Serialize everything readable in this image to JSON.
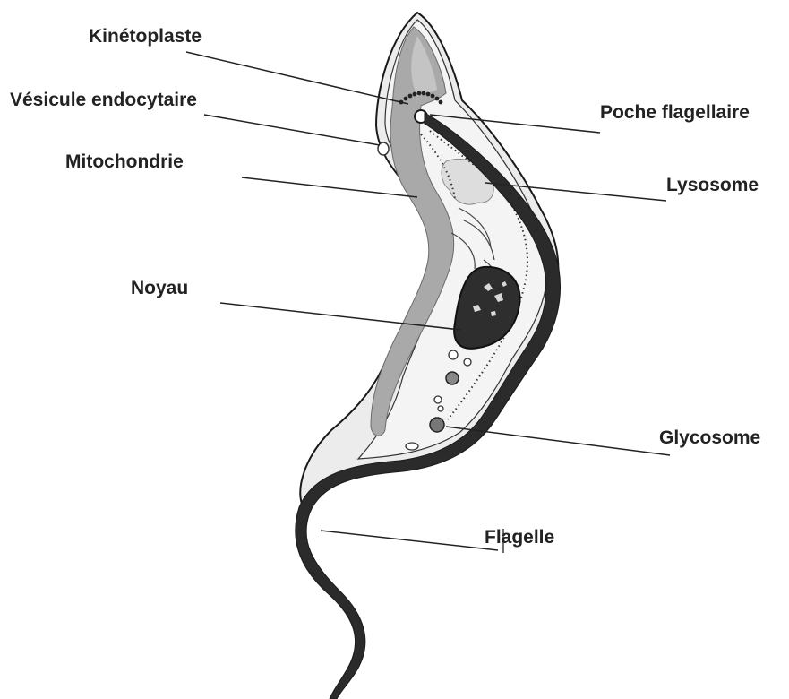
{
  "labels": {
    "kinetoplaste": "Kinétoplaste",
    "vesicule": "Vésicule endocytaire",
    "mitochondrie": "Mitochondrie",
    "noyau": "Noyau",
    "poche": "Poche flagellaire",
    "lysosome": "Lysosome",
    "glycosome": "Glycosome",
    "flagelle": "Flagelle"
  },
  "colors": {
    "outline": "#1a1a1a",
    "flagellum": "#2b2b2b",
    "cytoplasm": "#e6e6e6",
    "mitochondrion": "#a9a9a9",
    "nucleus": "#2e2e2e",
    "background": "#ffffff"
  }
}
